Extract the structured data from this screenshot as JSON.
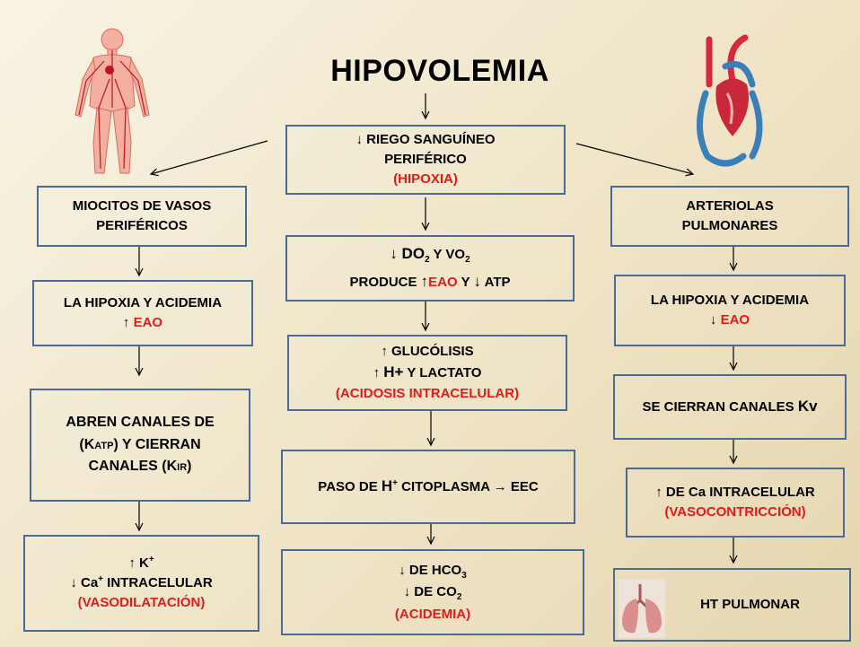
{
  "title": "HIPOVOLEMIA",
  "center": {
    "b1": {
      "l1": "↓ RIEGO SANGUÍNEO",
      "l2": "PERIFÉRICO",
      "l3": "(HIPOXIA)"
    },
    "b2": {
      "l1a": "↓ DO",
      "l1b": "2",
      "l1c": " Y VO",
      "l1d": "2",
      "l2a": "PRODUCE ",
      "l2b": "↑",
      "l2c": "EAO",
      "l2d": " Y ",
      "l2e": "↓",
      "l2f": " ATP"
    },
    "b3": {
      "l1": "↑ GLUCÓLISIS",
      "l2a": "↑ ",
      "l2b": "H+",
      "l2c": " Y LACTATO",
      "l3": "(ACIDOSIS INTRACELULAR)"
    },
    "b4": {
      "l1a": "PASO DE ",
      "l1b": "H",
      "l1c": "+",
      "l1d": " CITOPLASMA → EEC"
    },
    "b5": {
      "l1a": "↓ DE HCO",
      "l1b": "3",
      "l2a": "↓ DE CO",
      "l2b": "2",
      "l3": "(ACIDEMIA)"
    }
  },
  "left": {
    "b1": {
      "l1": "MIOCITOS DE VASOS",
      "l2": "PERIFÉRICOS"
    },
    "b2": {
      "l1": "LA HIPOXIA Y ACIDEMIA",
      "l2a": "↑ ",
      "l2b": "EAO"
    },
    "b3": {
      "l1": "ABREN CANALES DE",
      "l2a": "(K",
      "l2b": "ATP",
      "l2c": ") Y CIERRAN",
      "l3a": "CANALES (K",
      "l3b": "IR",
      "l3c": ")"
    },
    "b4": {
      "l1a": "↑ K",
      "l1b": "+",
      "l2a": "↓ Ca",
      "l2b": "+",
      "l2c": " INTRACELULAR",
      "l3": "(VASODILATACIÓN)"
    }
  },
  "right": {
    "b1": {
      "l1": "ARTERIOLAS",
      "l2": "PULMONARES"
    },
    "b2": {
      "l1": "LA HIPOXIA Y ACIDEMIA",
      "l2a": "↓ ",
      "l2b": "EAO"
    },
    "b3": {
      "l1a": "SE CIERRAN CANALES ",
      "l1b": "Kv"
    },
    "b4": {
      "l1": "↑ DE Ca INTRACELULAR",
      "l2": "(VASOCONTRICCIÓN)"
    },
    "b5": {
      "l1": "HT PULMONAR"
    }
  },
  "colors": {
    "border": "#4a6a9a",
    "highlight": "#e31a1a",
    "background": "#f3ead2"
  },
  "icons": [
    "human-body-icon",
    "heart-icon",
    "lungs-icon"
  ]
}
